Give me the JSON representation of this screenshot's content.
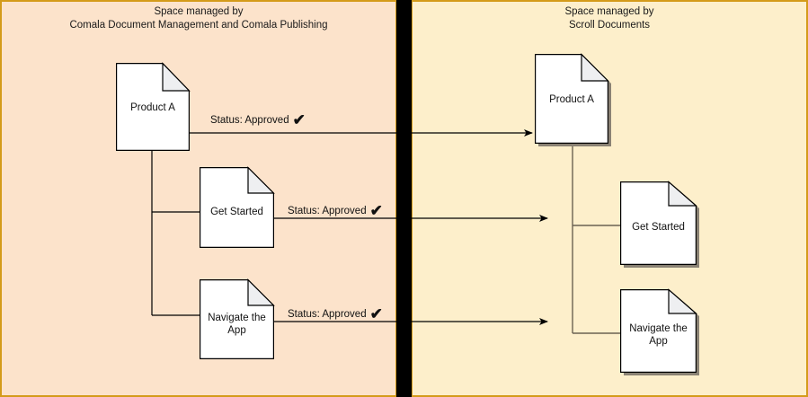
{
  "diagram": {
    "panels": [
      {
        "id": "left",
        "title": "Space managed by\nComala Document Management and Comala Publishing",
        "bg_color": "#fce3cb",
        "border_color": "#d49b1a"
      },
      {
        "id": "right",
        "title": "Space managed by\nScroll Documents",
        "bg_color": "#fdefcb",
        "border_color": "#d49b1a"
      }
    ],
    "divider_color": "#000000",
    "left_nodes": [
      {
        "id": "product-a",
        "label": "Product A"
      },
      {
        "id": "get-started",
        "label": "Get Started"
      },
      {
        "id": "navigate-the-app",
        "label": "Navigate the\nApp"
      }
    ],
    "right_nodes": [
      {
        "id": "product-a",
        "label": "Product A"
      },
      {
        "id": "get-started",
        "label": "Get Started"
      },
      {
        "id": "navigate-the-app",
        "label": "Navigate the\nApp"
      }
    ],
    "status_labels": [
      {
        "id": "status-product-a",
        "text": "Status: Approved",
        "check": "✔"
      },
      {
        "id": "status-get-started",
        "text": "Status: Approved",
        "check": "✔"
      },
      {
        "id": "status-navigate-the-app",
        "text": "Status: Approved",
        "check": "✔"
      }
    ]
  }
}
